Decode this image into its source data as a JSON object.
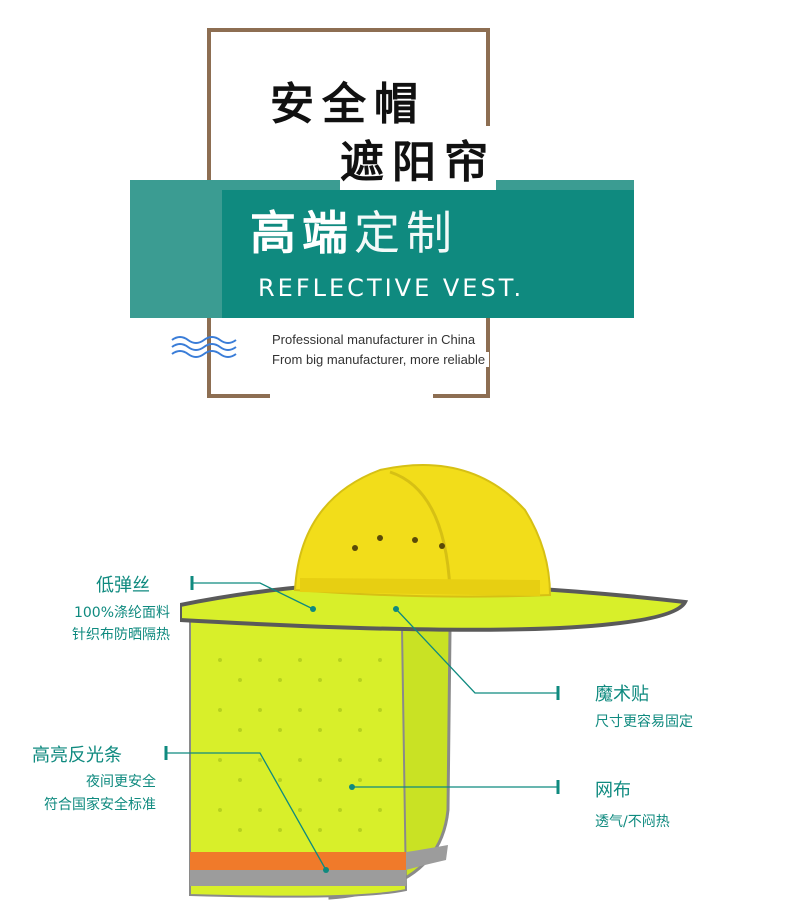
{
  "header": {
    "title_line1": "安全帽",
    "title_line2": "遮阳帘",
    "band_bold": "高端",
    "band_thin": "定制",
    "band_subtitle": "REFLECTIVE VEST.",
    "tagline1": "Professional manufacturer in China",
    "tagline2": "From big manufacturer, more reliable"
  },
  "features": {
    "elastic": {
      "title": "低弹丝",
      "line1": "100%涤纶面料",
      "line2": "针织布防晒隔热"
    },
    "reflective": {
      "title": "高亮反光条",
      "line1": "夜间更安全",
      "line2": "符合国家安全标准"
    },
    "velcro": {
      "title": "魔术贴",
      "line1": "尺寸更容易固定"
    },
    "mesh": {
      "title": "网布",
      "line1": "透气/不闷热"
    }
  },
  "colors": {
    "teal": "#0f8a7f",
    "teal_light": "#3b9c92",
    "frame_brown": "#8d6e52",
    "helmet_yellow": "#f2dd1a",
    "fabric_green": "#d8ef2a",
    "stripe_orange": "#f07a2a",
    "stripe_silver": "#9c9c9c"
  }
}
